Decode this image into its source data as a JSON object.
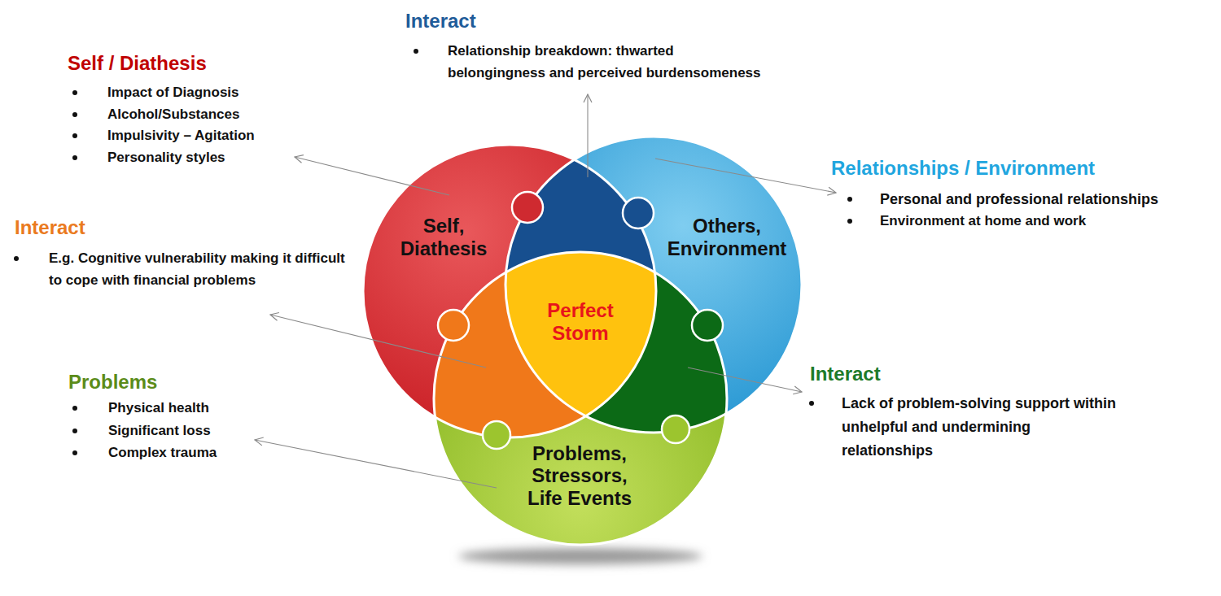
{
  "diagram": {
    "nodes": [
      {
        "text": [
          "Self, Diathesis"
        ]
      },
      {
        "text": [
          "Others, Environment"
        ]
      },
      {
        "text": [
          "Perfect Storm"
        ]
      },
      {
        "text": [
          "Problems, Stressors, Life Events"
        ]
      }
    ],
    "labels": [
      "Interact",
      "Relationship breakdown: thwarted belongingness and perceived burdensomeness",
      "Self / Diathesis",
      "Impact of Diagnosis",
      "Alcohol/Substances",
      "Impulsivity – Agitation",
      "Personality styles",
      "Relationships / Environment",
      "Personal and professional relationships",
      "Environment at home and work",
      "Interact",
      "E.g. Cognitive vulnerability making it difficult to cope with financial problems",
      "Problems",
      "Physical health",
      "Significant loss",
      "Complex trauma",
      "Interact",
      "Lack of problem-solving support within unhelpful and undermining relationships"
    ]
  }
}
